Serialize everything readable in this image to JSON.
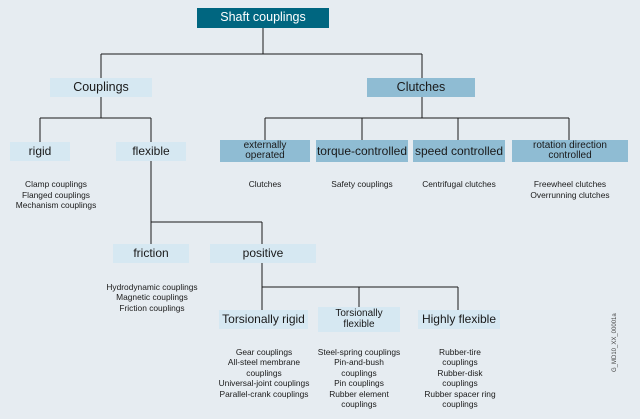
{
  "root": "Shaft couplings",
  "couplings": {
    "label": "Couplings",
    "rigid": {
      "label": "rigid",
      "items": [
        "Clamp couplings",
        "Flanged couplings",
        "Mechanism couplings"
      ]
    },
    "flexible": {
      "label": "flexible",
      "friction": {
        "label": "friction",
        "items": [
          "Hydrodynamic couplings",
          "Magnetic couplings",
          "Friction couplings"
        ]
      },
      "positive": {
        "label": "positive",
        "torsionally_rigid": {
          "label": "Torsionally rigid",
          "items": [
            "Gear couplings",
            "All-steel membrane couplings",
            "Universal-joint couplings",
            "Parallel-crank couplings"
          ]
        },
        "torsionally_flexible": {
          "label": "Torsionally flexible",
          "items": [
            "Steel-spring couplings",
            "Pin-and-bush couplings",
            "Pin couplings",
            "Rubber element couplings"
          ]
        },
        "highly_flexible": {
          "label": "Highly flexible",
          "items": [
            "Rubber-tire couplings",
            "Rubber-disk couplings",
            "Rubber spacer ring couplings"
          ]
        }
      }
    }
  },
  "clutches": {
    "label": "Clutches",
    "externally_operated": {
      "label": "externally operated",
      "items": [
        "Clutches"
      ]
    },
    "torque_controlled": {
      "label": "torque-controlled",
      "items": [
        "Safety couplings"
      ]
    },
    "speed_controlled": {
      "label": "speed controlled",
      "items": [
        "Centrifugal clutches"
      ]
    },
    "rotation_direction": {
      "label": "rotation direction controlled",
      "items": [
        "Freewheel clutches",
        "Overrunning clutches"
      ]
    }
  },
  "watermark": "G_MD10_XX_00001a",
  "colors": {
    "root": "#006680",
    "light_box": "#d6e8f2",
    "accent_box": "#8fbcd3",
    "line": "#1a1a1a",
    "background": "#e6ecf1"
  }
}
